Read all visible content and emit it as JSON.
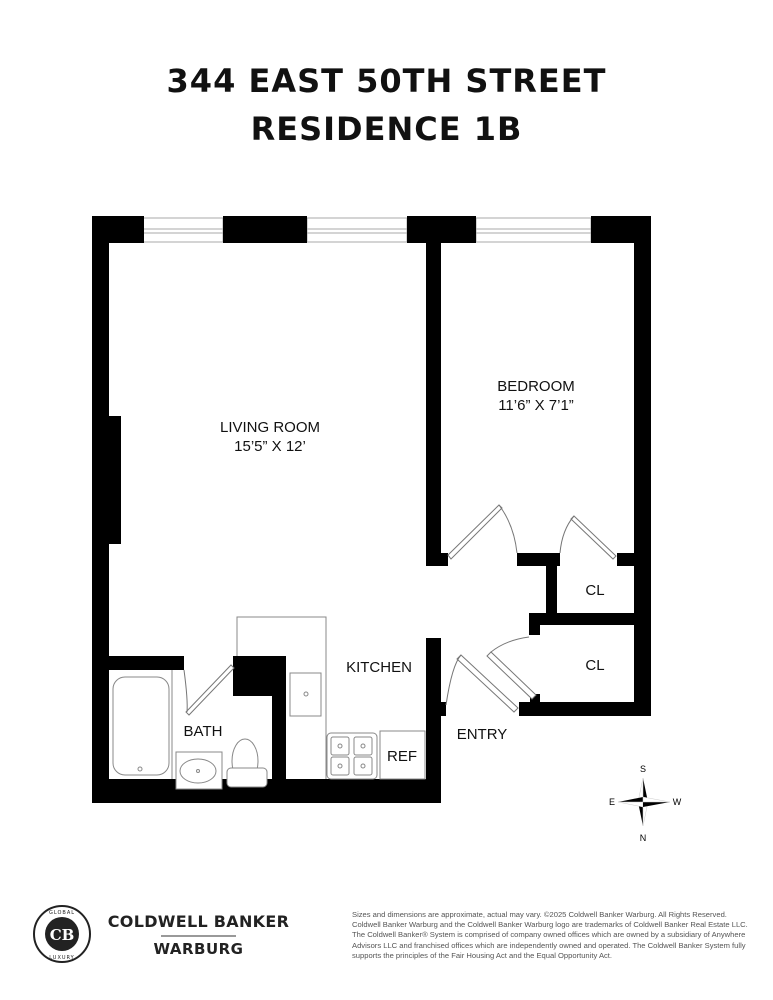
{
  "header": {
    "title_line1": "344 EAST 50TH STREET",
    "title_line2": "RESIDENCE 1B"
  },
  "rooms": {
    "living_room": {
      "name": "LIVING ROOM",
      "dimensions": "15’5” X 12’"
    },
    "bedroom": {
      "name": "BEDROOM",
      "dimensions": "11’6” X 7’1”"
    },
    "kitchen": {
      "name": "KITCHEN"
    },
    "bath": {
      "name": "BATH"
    },
    "entry": {
      "name": "ENTRY"
    },
    "closet_1": {
      "name": "CL"
    },
    "closet_2": {
      "name": "CL"
    },
    "refrigerator": {
      "name": "REF"
    }
  },
  "compass": {
    "top": "S",
    "bottom": "N",
    "left": "E",
    "right": "W"
  },
  "footer": {
    "logo_ring_top": "GLOBAL",
    "logo_ring_bottom": "LUXURY",
    "logo_monogram": "CB",
    "brand_line1": "COLDWELL BANKER",
    "brand_line2": "WARBURG",
    "disclaimer": "Sizes and dimensions are approximate, actual may vary. ©2025 Coldwell Banker Warburg. All Rights Reserved. Coldwell Banker Warburg and the Coldwell Banker Warburg logo are trademarks of Coldwell Banker Real Estate LLC. The Coldwell Banker® System is comprised of company owned offices which are owned by a subsidiary of Anywhere Advisors LLC and franchised offices which are independently owned and operated. The Coldwell Banker System fully supports the principles of the Fair Housing Act and the Equal Opportunity Act."
  }
}
